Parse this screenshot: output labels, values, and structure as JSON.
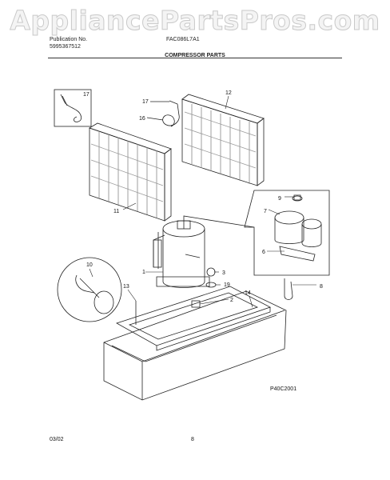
{
  "watermark": "AppliancePartsPros.com",
  "header": {
    "publication_label": "Publication No.",
    "publication_number": "5995367512",
    "model": "FAC086L7A1",
    "section_title": "COMPRESSOR PARTS"
  },
  "callouts": {
    "c1": "1",
    "c2": "2",
    "c3": "3",
    "c6": "6",
    "c7": "7",
    "c8": "8",
    "c9": "9",
    "c10": "10",
    "c11": "11",
    "c12": "12",
    "c13": "13",
    "c14": "14",
    "c16": "16",
    "c17_box": "17",
    "c17": "17",
    "c19": "19"
  },
  "diagram_code": "P40C2001",
  "footer": {
    "date": "03/02",
    "page": "8"
  }
}
